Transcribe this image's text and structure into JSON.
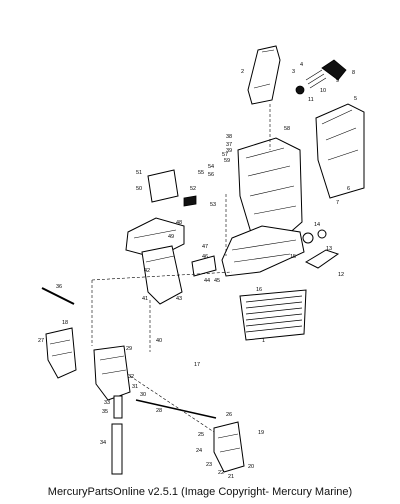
{
  "caption": "MercuryPartsOnline v2.5.1 (Image Copyright- Mercury Marine)",
  "callouts": [
    "1",
    "2",
    "3",
    "4",
    "5",
    "6",
    "7",
    "8",
    "9",
    "10",
    "11",
    "12",
    "13",
    "14",
    "15",
    "16",
    "17",
    "18",
    "19",
    "20",
    "21",
    "22",
    "23",
    "24",
    "25",
    "26",
    "27",
    "28",
    "29",
    "30",
    "31",
    "32",
    "33",
    "34",
    "35",
    "36",
    "37",
    "38",
    "39",
    "40",
    "41",
    "42",
    "43",
    "44",
    "45",
    "46",
    "47",
    "48",
    "49",
    "50",
    "51",
    "52",
    "53",
    "54",
    "55",
    "56",
    "57",
    "58",
    "59"
  ],
  "colors": {
    "ink": "#000000",
    "paper": "#ffffff"
  }
}
